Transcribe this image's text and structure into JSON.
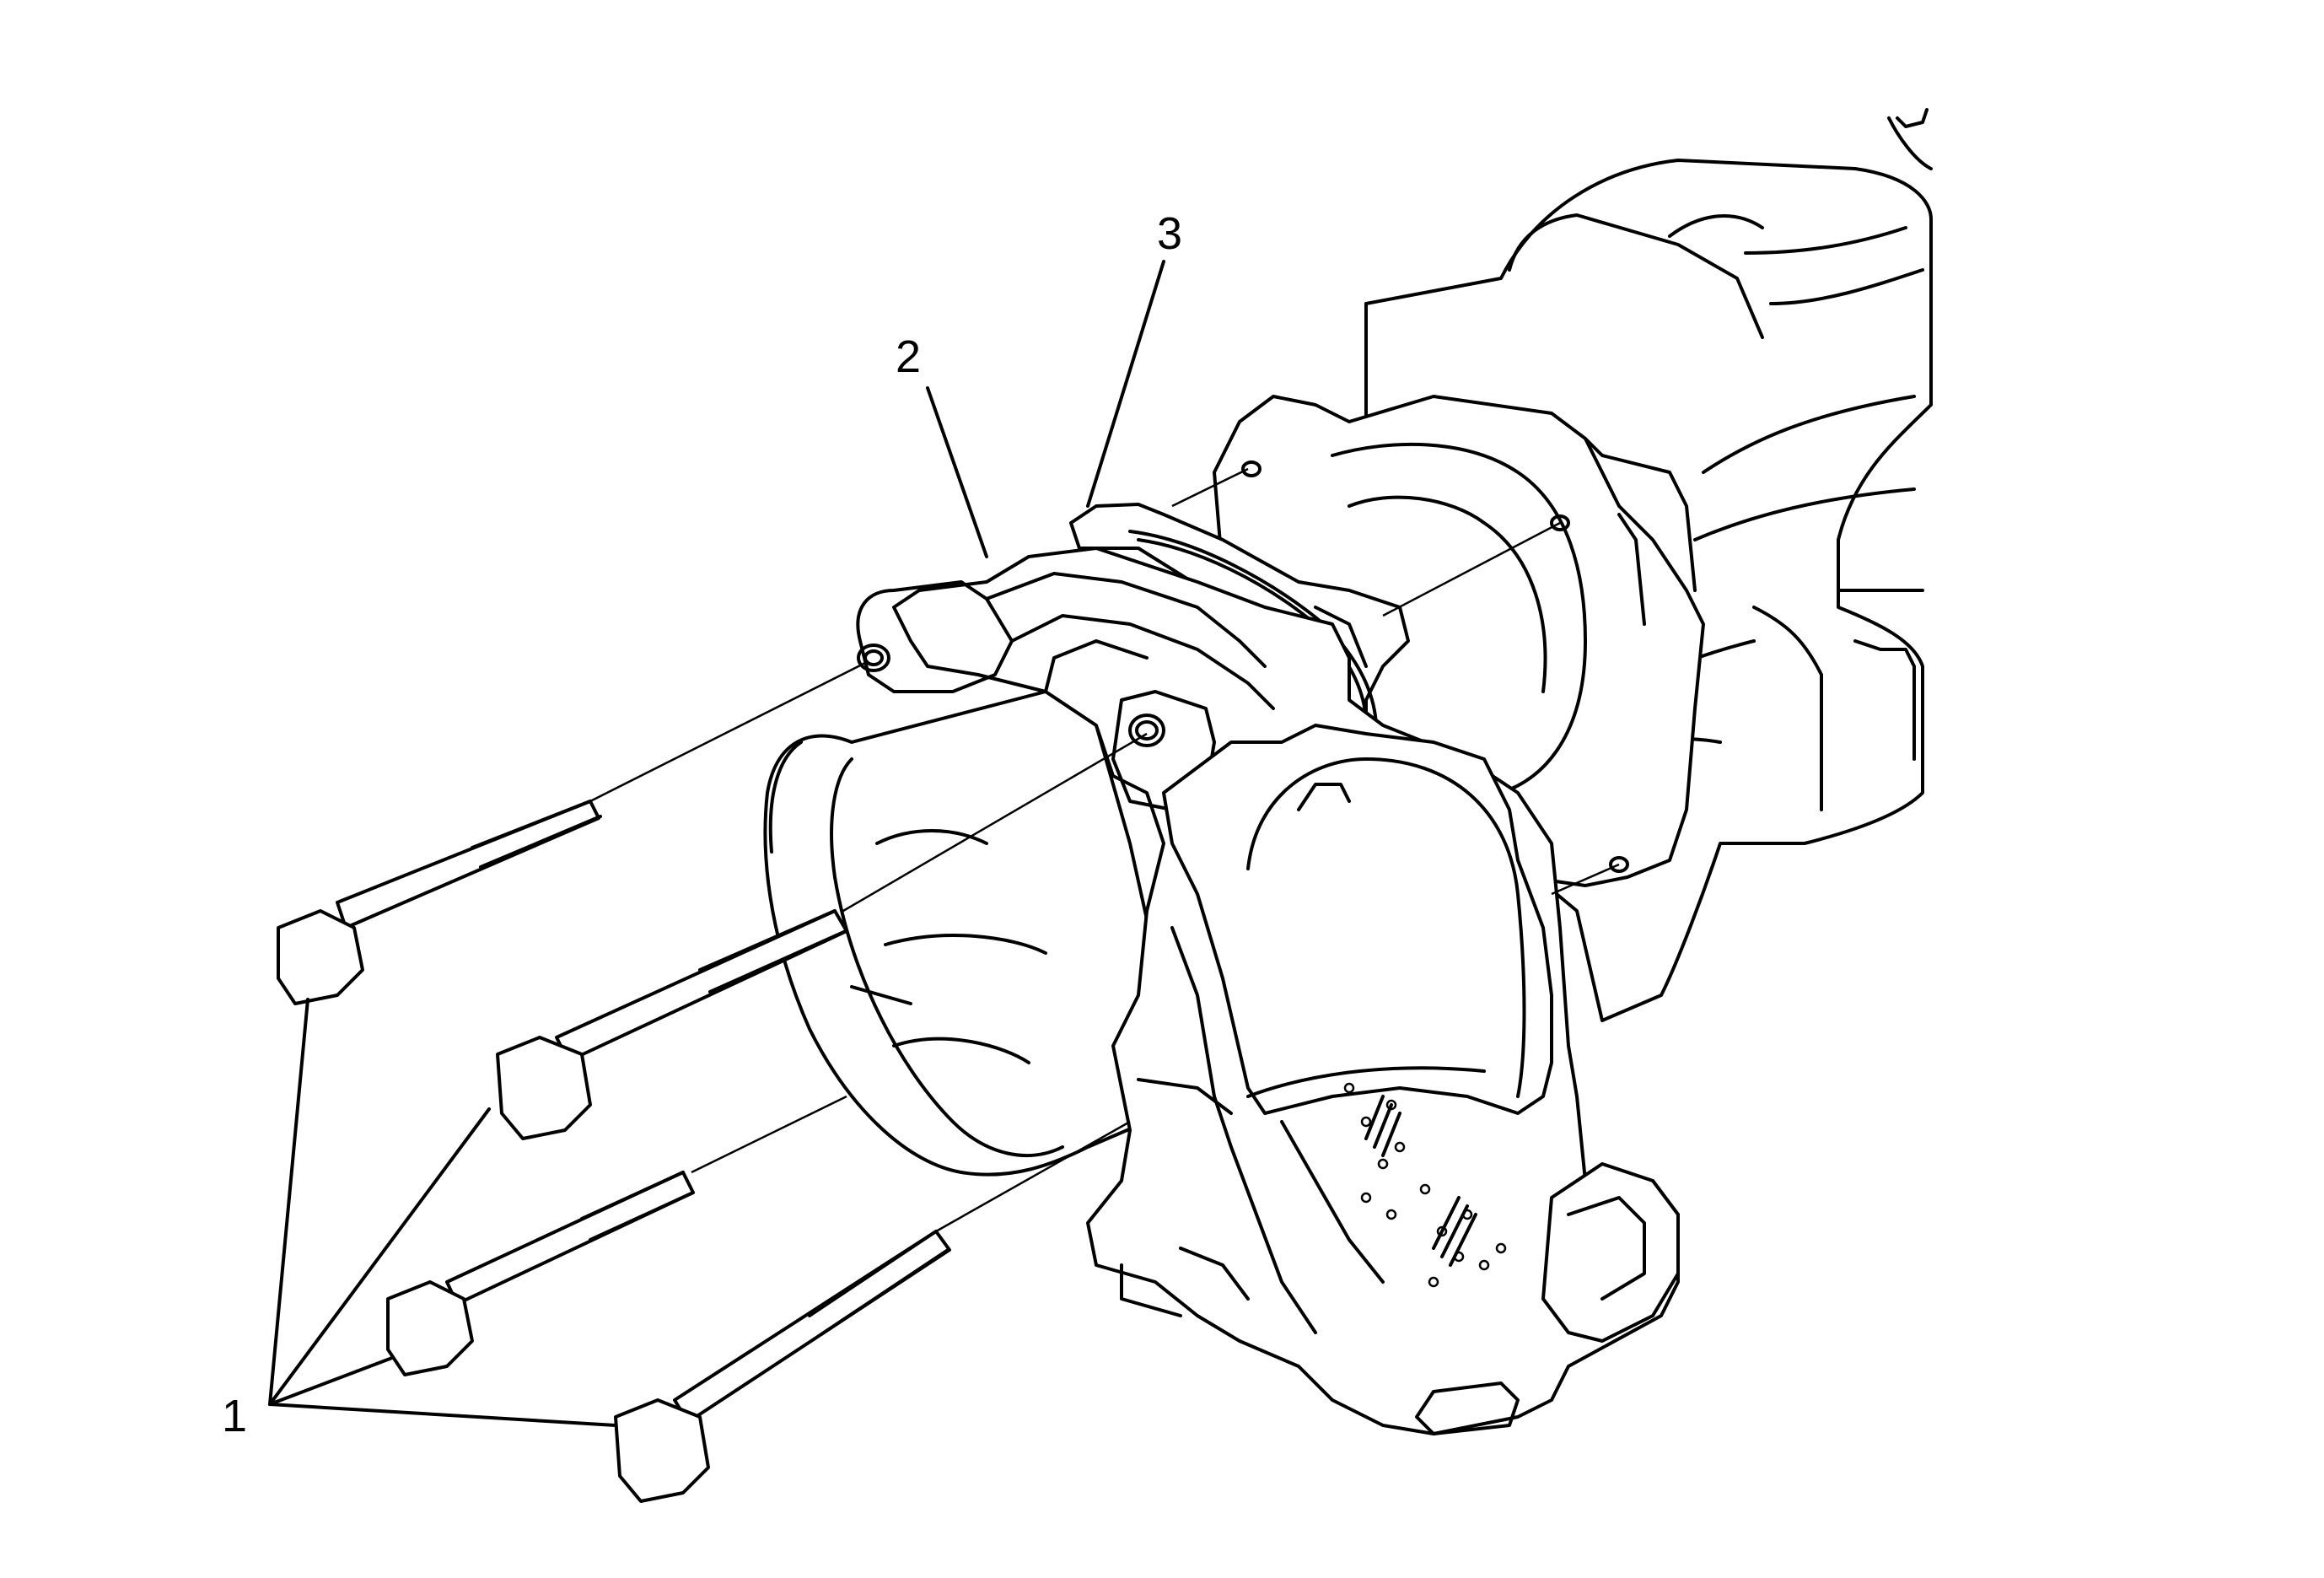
{
  "diagram": {
    "callouts": [
      {
        "id": "1",
        "text": "1",
        "part": "bolts"
      },
      {
        "id": "2",
        "text": "2",
        "part": "throttle-body"
      },
      {
        "id": "3",
        "text": "3",
        "part": "gasket"
      }
    ]
  }
}
